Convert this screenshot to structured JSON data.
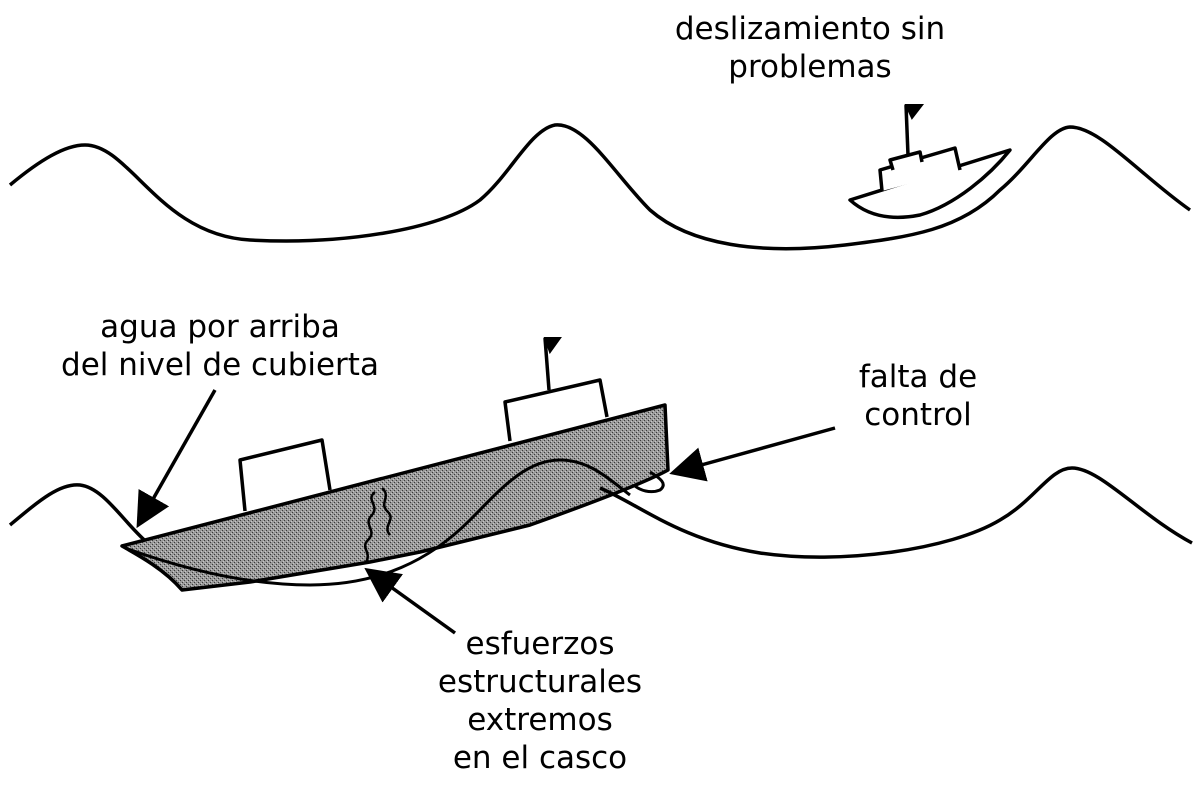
{
  "labels": {
    "smooth_sliding": [
      "deslizamiento  sin",
      "problemas"
    ],
    "water_over_deck": [
      "agua  por  arriba",
      "del  nivel  de  cubierta"
    ],
    "lack_of_control": [
      "falta  de",
      "control"
    ],
    "hull_stress": [
      "esfuerzos",
      "estructurales",
      "extremos",
      "en el casco"
    ]
  },
  "colors": {
    "ink": "#000000",
    "hull_fill": "#8a8a8a",
    "background": "#ffffff"
  }
}
